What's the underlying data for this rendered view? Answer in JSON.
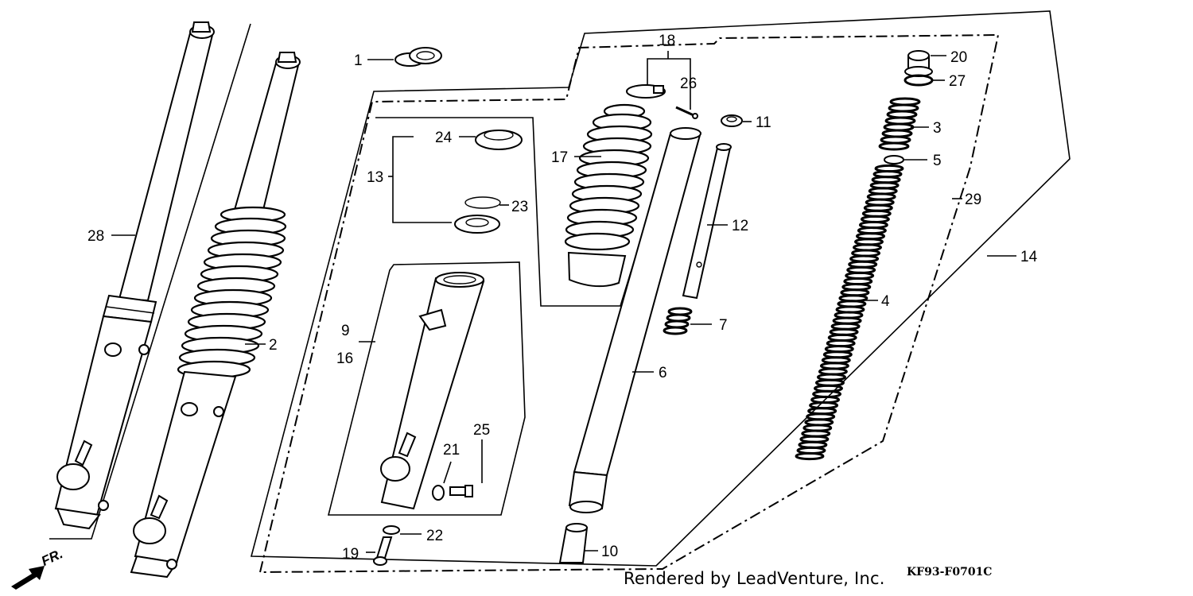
{
  "diagram": {
    "diagram_code": "KF93-F0701C",
    "credit": "Rendered by LeadVenture, Inc.",
    "direction_label": "FR.",
    "callouts": [
      "1",
      "2",
      "3",
      "4",
      "5",
      "6",
      "7",
      "9",
      "10",
      "11",
      "12",
      "13",
      "14",
      "16",
      "17",
      "18",
      "19",
      "20",
      "21",
      "22",
      "23",
      "24",
      "25",
      "26",
      "27",
      "28",
      "29"
    ]
  }
}
